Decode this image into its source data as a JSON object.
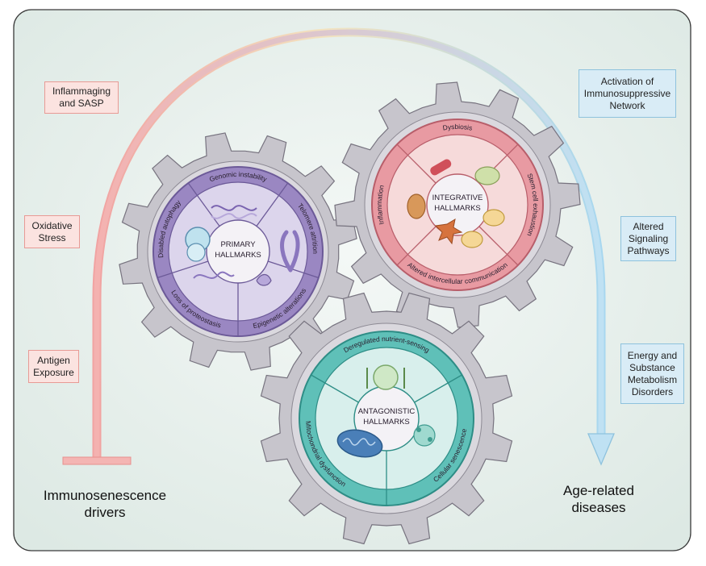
{
  "left_labels": [
    "Inflammaging\nand SASP",
    "Oxidative\nStress",
    "Antigen\nExposure"
  ],
  "right_labels": [
    "Activation of\nImmunosuppressive\nNetwork",
    "Altered\nSignaling\nPathways",
    "Energy and\nSubstance\nMetabolism\nDisorders"
  ],
  "drivers_label": "Immunosenescence\ndrivers",
  "diseases_label": "Age-related\ndiseases",
  "primary": {
    "center": [
      "PRIMARY",
      "HALLMARKS"
    ],
    "segments": [
      "Genomic instability",
      "Telomere attrition",
      "Epigenetic alterations",
      "Loss of proteostasis",
      "Disabled autophagy"
    ]
  },
  "integrative": {
    "center": [
      "INTEGRATIVE",
      "HALLMARKS"
    ],
    "segments": [
      "Dysbiosis",
      "Stem cell exhaustion",
      "Altered intercellular communication",
      "Inflammation"
    ]
  },
  "antagonistic": {
    "center": [
      "ANTAGONISTIC",
      "HALLMARKS"
    ],
    "segments": [
      "Deregulated nutrient-sensing",
      "Cellular senescence",
      "Mitochondrial dysfunction"
    ]
  },
  "colors": {
    "background": "#e9f2ee",
    "gear": "#c6c4cb",
    "primary": "#8e7ab8",
    "integrative": "#e3939c",
    "antagonistic": "#5bbdb5",
    "arc_start": "#f2a7a5",
    "arc_end": "#a9d6ef"
  }
}
